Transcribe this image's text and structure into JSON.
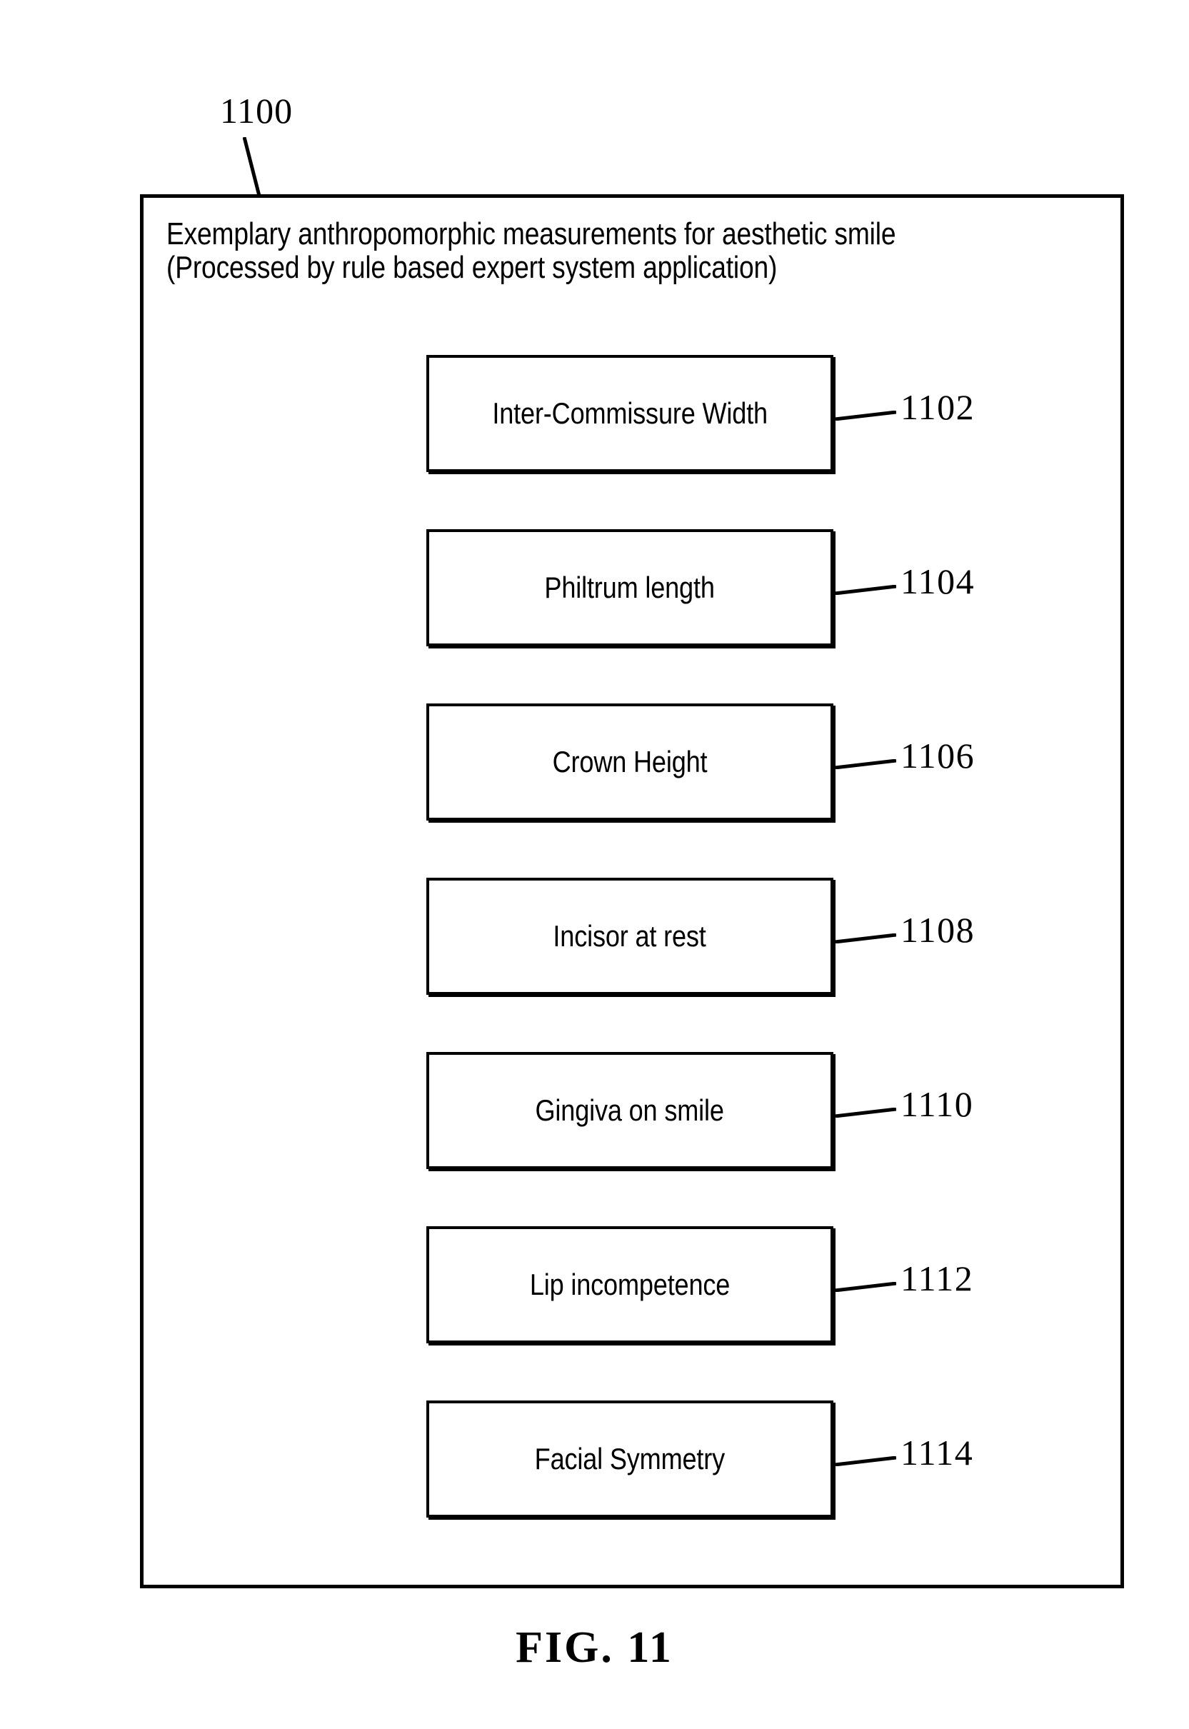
{
  "figure": {
    "number_label": "1100",
    "caption": "FIG. 11",
    "header_line_1": "Exemplary anthropomorphic measurements for aesthetic smile",
    "header_line_2": "(Processed by rule based expert system application)"
  },
  "colors": {
    "ink": "#000000",
    "paper": "#ffffff"
  },
  "measurements": [
    {
      "label": "Inter-Commissure Width",
      "ref": "1102"
    },
    {
      "label": "Philtrum length",
      "ref": "1104"
    },
    {
      "label": "Crown Height",
      "ref": "1106"
    },
    {
      "label": "Incisor at rest",
      "ref": "1108"
    },
    {
      "label": "Gingiva on smile",
      "ref": "1110"
    },
    {
      "label": "Lip incompetence",
      "ref": "1112"
    },
    {
      "label": "Facial Symmetry",
      "ref": "1114"
    }
  ]
}
